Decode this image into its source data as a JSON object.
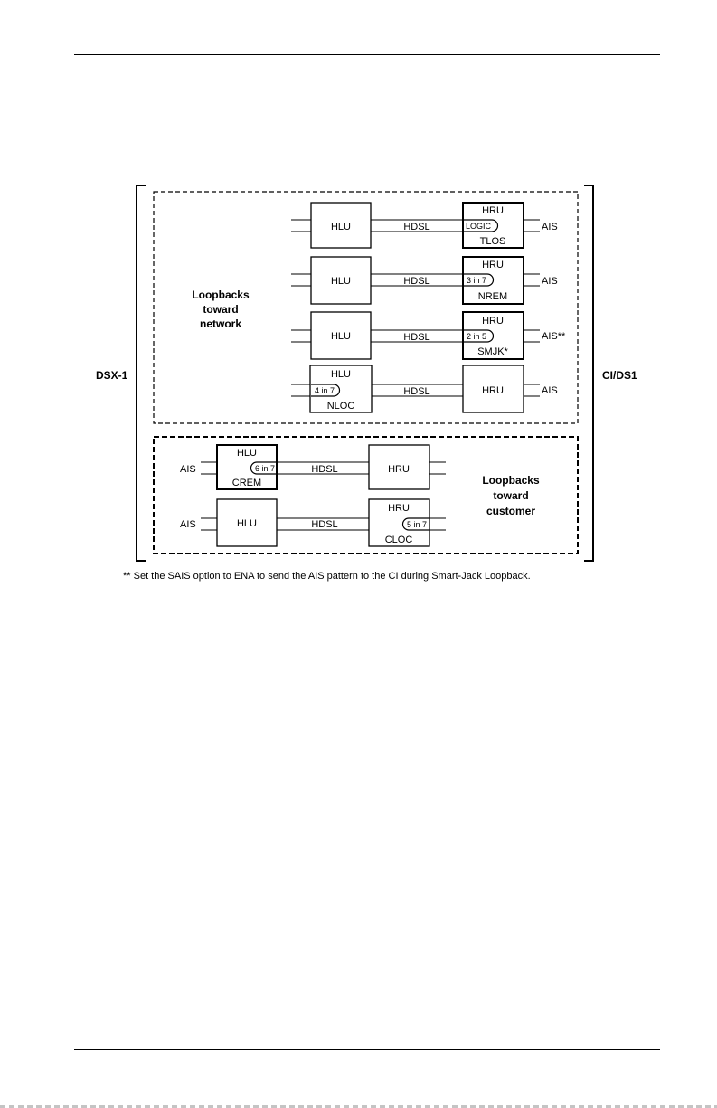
{
  "diagram": {
    "left_label": "DSX-1",
    "right_label": "CI/DS1",
    "network_group_label": [
      "Loopbacks",
      "toward",
      "network"
    ],
    "customer_group_label": [
      "Loopbacks",
      "toward",
      "customer"
    ],
    "rows": {
      "tlos": {
        "hlu": "HLU",
        "hdsl": "HDSL",
        "hru": "HRU",
        "loop": "LOGIC",
        "mode": "TLOS",
        "ais": "AIS"
      },
      "nrem": {
        "hlu": "HLU",
        "hdsl": "HDSL",
        "hru": "HRU",
        "loop": "3 in 7",
        "mode": "NREM",
        "ais": "AIS"
      },
      "smjk": {
        "hlu": "HLU",
        "hdsl": "HDSL",
        "hru": "HRU",
        "loop": "2 in 5",
        "mode": "SMJK*",
        "ais": "AIS**"
      },
      "nloc": {
        "hlu": "HLU",
        "hdsl": "HDSL",
        "hru": "HRU",
        "loop": "4 in 7",
        "mode": "NLOC",
        "ais": "AIS"
      },
      "crem": {
        "hlu": "HLU",
        "hdsl": "HDSL",
        "hru": "HRU",
        "loop": "6 in 7",
        "mode": "CREM",
        "ais": "AIS"
      },
      "cloc": {
        "hlu": "HLU",
        "hdsl": "HDSL",
        "hru": "HRU",
        "loop": "5 in 7",
        "mode": "CLOC",
        "ais": "AIS"
      }
    }
  },
  "footnote": "** Set the SAIS option to ENA to send the AIS pattern to the CI during Smart-Jack Loopback."
}
